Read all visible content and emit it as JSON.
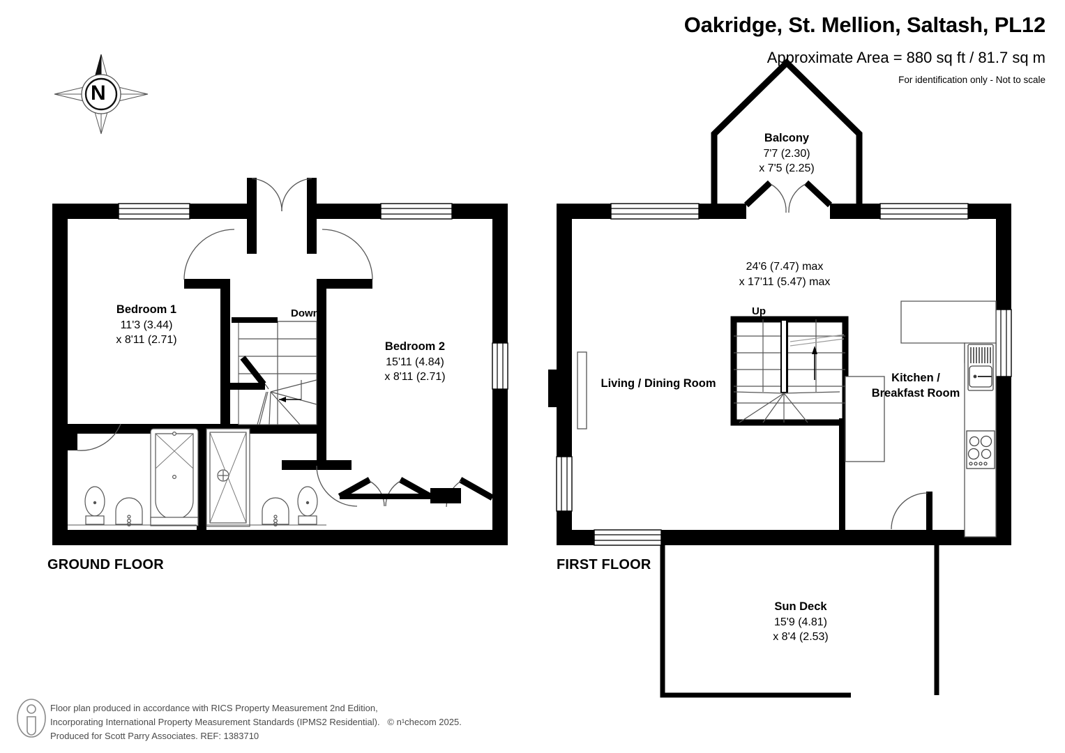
{
  "header": {
    "title": "Oakridge, St. Mellion, Saltash, PL12",
    "area": "Approximate Area = 880 sq ft / 81.7 sq m",
    "note": "For identification only - Not to scale"
  },
  "compass": {
    "label": "N",
    "icon": "compass-rose-icon"
  },
  "floors": [
    {
      "key": "ground",
      "label": "GROUND FLOOR",
      "rooms": [
        {
          "name": "Bedroom 1",
          "dim1": "11'3 (3.44)",
          "dim2": "x 8'11 (2.71)"
        },
        {
          "name": "Bedroom 2",
          "dim1": "15'11 (4.84)",
          "dim2": "x 8'11 (2.71)"
        }
      ],
      "stair_label": "Down"
    },
    {
      "key": "first",
      "label": "FIRST FLOOR",
      "rooms": [
        {
          "name": "Balcony",
          "dim1": "7'7 (2.30)",
          "dim2": "x 7'5 (2.25)"
        },
        {
          "name": "Living / Dining Room",
          "dim1": "",
          "dim2": ""
        },
        {
          "name": "Kitchen /",
          "dim1": "Breakfast Room",
          "dim2": ""
        },
        {
          "name": "Sun Deck",
          "dim1": "15'9 (4.81)",
          "dim2": "x 8'4 (2.53)"
        }
      ],
      "main_dim1": "24'6 (7.47) max",
      "main_dim2": "x 17'11 (5.47) max",
      "stair_label": "Up"
    }
  ],
  "footer": {
    "line1": "Floor plan produced in accordance with RICS Property Measurement 2nd Edition,",
    "line2a": "Incorporating International Property Measurement Standards (IPMS2 Residential).",
    "line2b": "© n¹checom 2025.",
    "line3": "Produced for Scott Parry Associates.   REF: 1383710",
    "icon": "ipms-person-icon"
  },
  "colors": {
    "wall": "#000000",
    "fixture_line": "#3a3a3a",
    "background": "#ffffff",
    "footer_text": "#4a4a4a"
  }
}
